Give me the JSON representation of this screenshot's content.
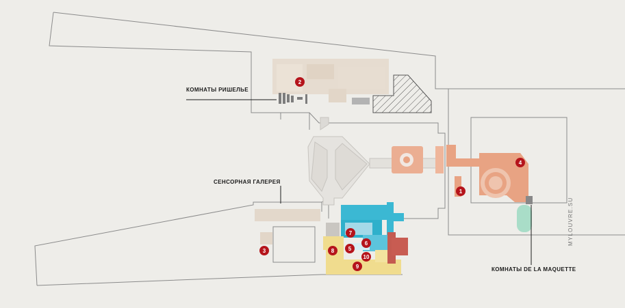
{
  "labels": {
    "richelieu": "КОМНАТЫ РИШЕЛЬЕ",
    "sensory_gallery": "СЕНСОРНАЯ ГАЛЕРЕЯ",
    "maquette": "КОМНАТЫ DE LA MAQUETTE"
  },
  "watermark": "MYLOUVRE.SU",
  "markers": [
    "1",
    "2",
    "3",
    "4",
    "5",
    "6",
    "7",
    "8",
    "9",
    "10"
  ],
  "colors": {
    "background": "#eeede9",
    "outline": "#8a8a8a",
    "faded_rooms": "#e6dcd0",
    "salmon": "#e8a383",
    "teal": "#3bb8d3",
    "yellow": "#f0dc8e",
    "red_brick": "#c45a50",
    "mint": "#a9ddc8",
    "marker": "#b5141b"
  }
}
